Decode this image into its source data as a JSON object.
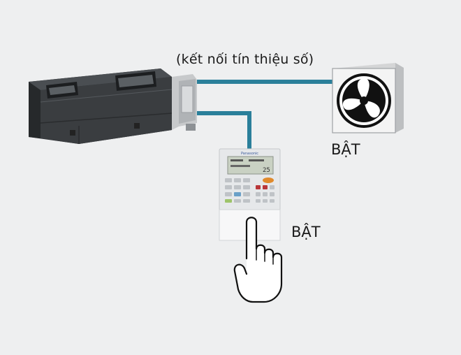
{
  "diagram": {
    "signal_label": "(kết nối tín thiệu số)",
    "fan_state": "BẬT",
    "remote_state": "BẬT",
    "remote_screen_text": "25"
  },
  "colors": {
    "background": "#eeeff0",
    "cable": "#2a7f9a",
    "indoor_unit": "#3a3d40",
    "fan_box": "#f4f4f4",
    "fan_disc": "#111111",
    "remote_body": "#e6e8ea",
    "remote_screen": "#c9d1c3"
  },
  "icons": {
    "indoor_unit": "ducted-ac-unit-icon",
    "fan": "ventilation-fan-icon",
    "remote": "wired-remote-controller-icon",
    "hand": "pointing-hand-icon"
  }
}
